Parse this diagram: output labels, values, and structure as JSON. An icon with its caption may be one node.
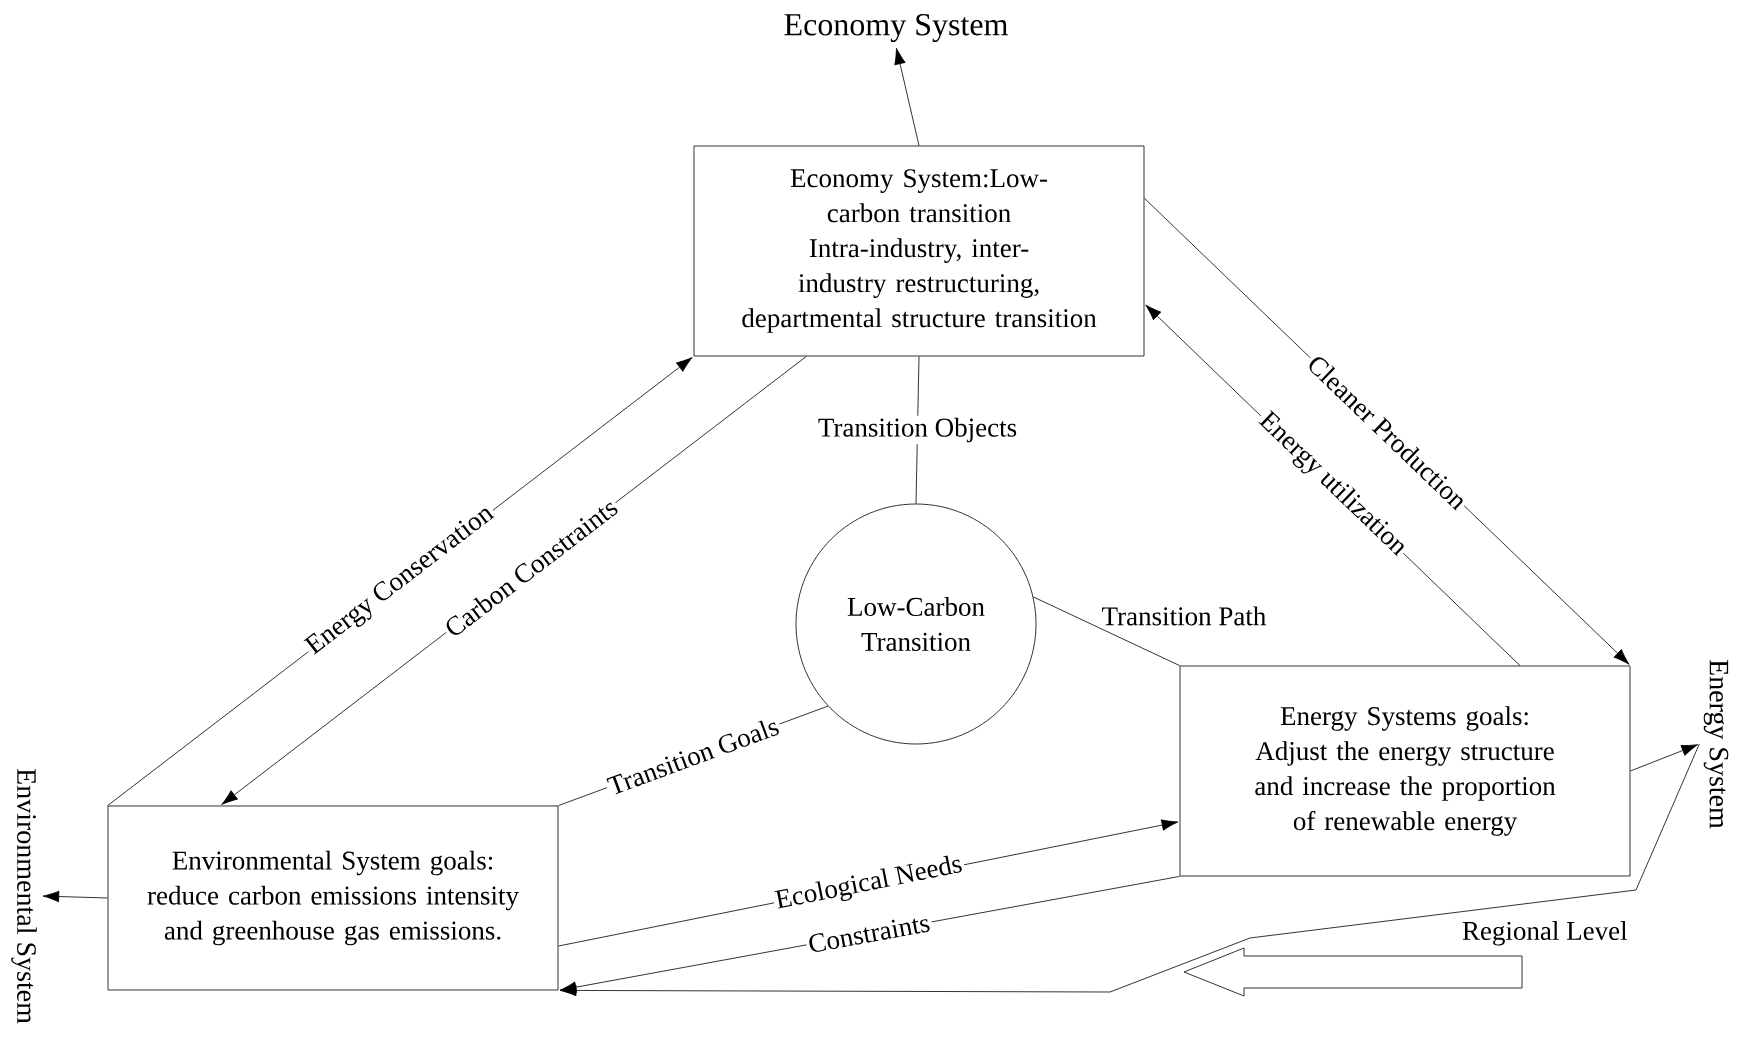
{
  "diagram": {
    "nodes": [
      {
        "text": [
          "Economy System"
        ]
      },
      {
        "text": [
          "Economy System:Low-carbon transition",
          "Intra-industry, inter-industry restructuring, departmental structure transition"
        ]
      },
      {
        "text": [
          "Low-Carbon Transition"
        ]
      },
      {
        "text": [
          "Energy Systems goals:",
          "Adjust the energy structure and increase the proportion of renewable energy"
        ]
      },
      {
        "text": [
          "Energy System"
        ]
      },
      {
        "text": [
          "Environmental System goals:",
          "reduce carbon emissions intensity and greenhouse gas emissions."
        ]
      },
      {
        "text": [
          "Environmental System"
        ]
      }
    ],
    "edges": [
      {
        "from": 1,
        "to": 0,
        "arrow": "to"
      },
      {
        "from": 5,
        "to": 1,
        "arrow": "to",
        "label": "Energy Conservation"
      },
      {
        "from": 1,
        "to": 5,
        "arrow": "to",
        "label": "Carbon Constraints"
      },
      {
        "from": 1,
        "to": 2,
        "arrow": "none",
        "label": "Transition Objects"
      },
      {
        "from": 2,
        "to": 3,
        "arrow": "none",
        "label": "Transition Path"
      },
      {
        "from": 2,
        "to": 5,
        "arrow": "none",
        "label": "Transition Goals"
      },
      {
        "from": 1,
        "to": 3,
        "arrow": "to",
        "label": "Cleaner Production"
      },
      {
        "from": 3,
        "to": 1,
        "arrow": "to",
        "label": "Energy utilization"
      },
      {
        "from": 5,
        "to": 3,
        "arrow": "to",
        "label": "Ecological Needs"
      },
      {
        "from": 3,
        "to": 5,
        "arrow": "to",
        "label": "Constraints"
      },
      {
        "from": 3,
        "to": 4,
        "arrow": "to"
      },
      {
        "from": 4,
        "to": 5,
        "arrow": "to"
      },
      {
        "from": 5,
        "to": 6,
        "arrow": "to"
      }
    ],
    "labels": [
      "Regional Level"
    ]
  }
}
